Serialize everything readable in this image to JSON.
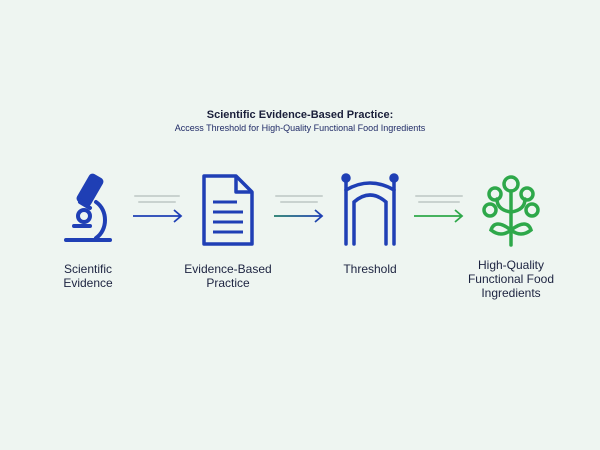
{
  "title": "Scientific Evidence-Based Practice:",
  "subtitle": "Access Threshold for High-Quality Functional Food Ingredients",
  "steps": [
    {
      "label_lines": [
        "Scientific",
        "Evidence"
      ],
      "icon": "microscope-icon",
      "color": "#1f3fb5"
    },
    {
      "label_lines": [
        "Evidence-Based",
        "Practice"
      ],
      "icon": "document-icon",
      "color": "#1f3fb5"
    },
    {
      "label_lines": [
        "Threshold"
      ],
      "icon": "gate-arch-icon",
      "color": "#1f3fb5"
    },
    {
      "label_lines": [
        "High-Quality",
        "Functional Food",
        "Ingredients"
      ],
      "icon": "plant-icon",
      "color": "#2ea84a"
    }
  ],
  "arrow_colors": [
    "#1f3fb5",
    "#1f5a8a",
    "#2ea84a"
  ]
}
